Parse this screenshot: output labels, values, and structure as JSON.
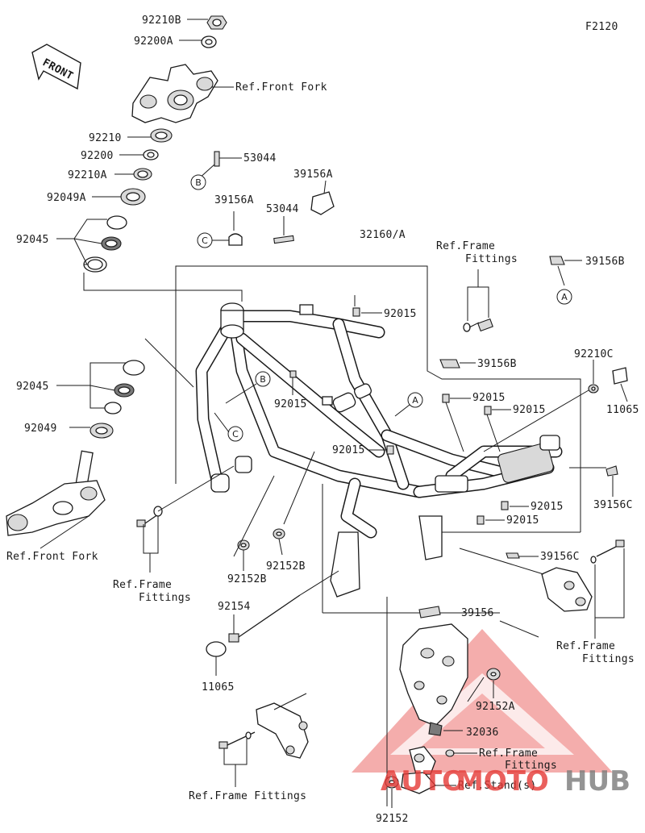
{
  "figure_code": "F2120",
  "front_label": "FRONT",
  "callouts": {
    "c1": "92210B",
    "c2": "92200A",
    "c3": "Ref.Front Fork",
    "c4": "92210",
    "c5": "92200",
    "c6": "92210A",
    "c7": "92049A",
    "c8": "92045",
    "c9": "53044",
    "c10": "39156A",
    "c11": "39156A",
    "c12": "53044",
    "c13": "32160/A",
    "c14_l1": "Ref.Frame",
    "c14_l2": "Fittings",
    "c15": "39156B",
    "c16": "92015",
    "c17": "92045",
    "c18": "92049",
    "c19": "92015",
    "c20": "39156B",
    "c21": "92210C",
    "c22": "11065",
    "c23": "92015",
    "c24": "92015",
    "c25": "92015",
    "c26": "92015",
    "c27": "39156C",
    "c28": "92015",
    "c29": "Ref.Front Fork",
    "c30_l1": "Ref.Frame",
    "c30_l2": "Fittings",
    "c31": "92152B",
    "c32": "92152B",
    "c33": "39156C",
    "c34": "92154",
    "c35": "39156",
    "c36_l1": "Ref.Frame",
    "c36_l2": "Fittings",
    "c37": "11065",
    "c38": "92152A",
    "c39": "32036",
    "c40_l1": "Ref.Frame",
    "c40_l2": "Fittings",
    "c41": "Ref.Stand(s)",
    "c42": "Ref.Frame Fittings",
    "c43": "92152"
  },
  "circle_refs": {
    "a1": "B",
    "a2": "C",
    "a3": "A",
    "a4": "B",
    "a5": "C",
    "a6": "A"
  },
  "watermark": {
    "part1": "AUTO",
    "part2": "MOTO",
    "part3": "HUB",
    "color_red": "#e53935",
    "color_gray": "#7a7a7a"
  }
}
